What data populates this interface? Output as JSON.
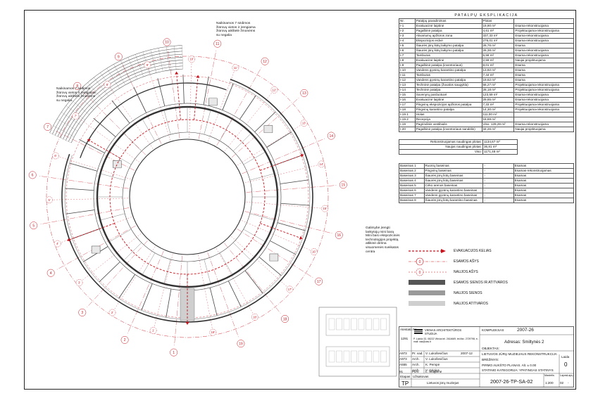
{
  "schedule": {
    "title": "PATALPŲ EKSPLIKACIJA",
    "headers": [
      "Nr.",
      "Patalpų pavadinimas",
      "Plotas",
      ""
    ],
    "rooms": [
      [
        "I-1",
        "Evakuacinė laiptinė",
        "19,90 m²",
        "Esama-rekonstruojama"
      ],
      [
        "I-2",
        "Pagalbinė patalpa",
        "4,61 m²",
        "Projektuojama-rekonstruojama"
      ],
      [
        "I-3",
        "Akvariumų apžiūros zona",
        "337,33 m²",
        "Esama-rekonstruojama"
      ],
      [
        "I-4",
        "Ekspozicijos erdvė",
        "276,01 m²",
        "Esama-rekonstruojama"
      ],
      [
        "I-5",
        "Šiaurės jūrų liūtų laikymo patalpa",
        "26,76 m²",
        "Esama"
      ],
      [
        "I-6",
        "Šiaurės jūrų liūtų laikymo patalpa",
        "26,38 m²",
        "Esama-rekonstruojama"
      ],
      [
        "I-7",
        "Tamburas",
        "5,58 m²",
        "Esama-rekonstruojama"
      ],
      [
        "I-8",
        "Evakuacinė laiptinė",
        "2,59 m²",
        "Naujai projektuojama"
      ],
      [
        "I-9",
        "Pagalbinė patalpa (inventoriaus)",
        "8,01 m²",
        "Esama"
      ],
      [
        "I-10",
        "Vandens gyvūnų karantino patalpa",
        "13,92 m²",
        "Esama"
      ],
      [
        "I-11",
        "Tamburas",
        "7,44 m²",
        "Esama"
      ],
      [
        "I-12",
        "Vandens gyvūnų karantino patalpa",
        "19,62 m²",
        "Esama"
      ],
      [
        "I-13",
        "Techninė patalpa (žuvalos saugykla)",
        "56,27 m²",
        "Projektuojama-rekonstruojama"
      ],
      [
        "I-14",
        "Techninė patalpa",
        "28,18 m²",
        "Projektuojama-rekonstruojama"
      ],
      [
        "I-15",
        "Suvenyrų parduotuvė",
        "123,59 m²",
        "Esama-rekonstruojama"
      ],
      [
        "I-16",
        "Evakuacinė laiptinė",
        "29,65 m²",
        "Esama-rekonstruojama"
      ],
      [
        "I-17",
        "Pingvinų ekspozicijos apžiūros patalpa",
        "7,33 m²",
        "Projektuojama-rekonstruojama"
      ],
      [
        "I-18",
        "Pingvinų karantino patalpa",
        "14,30 m²",
        "Projektuojama-rekonstruojama"
      ],
      [
        "I-19.1",
        "Holas",
        "111,00 m²",
        ""
      ],
      [
        "I-19.2",
        "Recepcija",
        "18,69 m²",
        ""
      ],
      [
        "I-19",
        "Pagrindinis vestibiulis",
        "Viso: 129,29 m²",
        "Esama-rekonstruojama"
      ],
      [
        "I-20",
        "Pagalbinė patalpa (inventoriaus sandėlis)",
        "34,26 m²",
        "Naujai projektuojama"
      ]
    ],
    "totals": [
      [
        "Rekonstruojamas naudingas plotas:",
        "1134,67 m²"
      ],
      [
        "Naujas naudingas plotas:",
        "36,81 m²"
      ],
      [
        "Viso:",
        "1171,48 m²"
      ]
    ],
    "pools": [
      [
        "Baseinas 1",
        "Ruonių baseinas",
        "-",
        "Esamas"
      ],
      [
        "Baseinas 2",
        "Pingvinų baseinas",
        "-",
        "Esamas-rekonstruojamas"
      ],
      [
        "Baseinas 3",
        "Šiaurės jūrų liūtų baseinas",
        "-",
        "Esamas"
      ],
      [
        "Baseinas 4",
        "Šiaurės jūrų liūtų baseinas",
        "-",
        "Esamas"
      ],
      [
        "Baseinas 5",
        "Cirko arenos baseinas",
        "-",
        "Esamas"
      ],
      [
        "Baseinas 6",
        "Vandens gyvūnų karantino baseinas",
        "-",
        "Esamas"
      ],
      [
        "Baseinas 7",
        "Vandens gyvūnų karantino baseinas",
        "-",
        "Esamas"
      ],
      [
        "Baseinas 8",
        "Šiaurės jūrų liūtų karantino baseinas",
        "-",
        "Esamas"
      ]
    ]
  },
  "legend": {
    "items": [
      "EVAKUACIJOS KELIAS",
      "ESAMOS AŠYS",
      "NAUJOS AŠYS",
      "ESAMOS SIENOS IR ATITVAROS",
      "NAUJOS SIENOS",
      "NAUJOS ATITVAROS"
    ],
    "axis_symbol": "0"
  },
  "notes": {
    "top": "Naikinamos 7 sėdimos žiūrovų vietos ir įrengiama žiūrovų aikštelė žmonėms su negalia",
    "left": "Naikinamos 7 sėdimos žiūrovų vietos ir įrengiama žiūrovų aikštelė žmonėms su negalia",
    "right": "Galimybė įrengti lankytojų mini barą Mini baro ekspozicinės technologijos projektą atlikinė dėrina visuomenės sveikatos centra"
  },
  "axes": {
    "outer": [
      "1",
      "2",
      "3",
      "4",
      "5",
      "6",
      "7",
      "8",
      "9",
      "10",
      "11",
      "12",
      "13",
      "14",
      "15",
      "16",
      "17",
      "18",
      "19"
    ],
    "primed": [
      "1'",
      "2'",
      "3'",
      "4'",
      "5'",
      "6'",
      "7'",
      "8'",
      "9'",
      "10'",
      "11'",
      "12'",
      "13'",
      "14'",
      "15'",
      "16'",
      "17'",
      "18'",
      "19'"
    ]
  },
  "titleblock": {
    "company": "VIENAS ARCHITEKTŪROS STUDIJA",
    "company_address": "P. Lukšio 32, 08222 Vilnius tel. 2614669, tel./fax. 2729798, e-mail: vas@vas.lt",
    "atestato_label": "Atestato Nr.",
    "atestato_nr": "1291",
    "komplekas_label": "KOMPLEKSAS",
    "komplekas_val": "2007-26",
    "adresas": "Adresas: Smiltynės 2",
    "objektas_label": "OBJEKTAS:",
    "objektas": "LIETUVOS JŪRŲ MUZIEJAUS REKONSTRUKCIJA",
    "brezinys_label": "BRĖŽINYS:",
    "brezinys": "PIRMO AUKŠTO PLANAS. Alt. ± 0.00",
    "statinio": "STATINIO KATEGORIJA: YPATINGAS STATINYS",
    "laida_label": "Laida",
    "laida": "0",
    "people": [
      [
        "A973",
        "Pr. vad.",
        "V. Lukoševičius",
        "2007-12"
      ],
      [
        "A973",
        "Arch.",
        "V. Lukoševičius",
        ""
      ],
      [
        "A555",
        "Arch.",
        "K. Pempė",
        ""
      ],
      [
        "",
        "Arch.",
        "V. Grigius",
        ""
      ],
      [
        "91",
        "PDV.",
        "L. Stogienė",
        ""
      ]
    ],
    "etapas_label": "Etapas",
    "etapas": "TP",
    "uzsakovas_label": "Užsakovas",
    "uzsakovas": "Lietuvos jūrų muziejus",
    "drawing_no": "2007-26-TP-SA-02",
    "mastelis_label": "Mastelis",
    "lapas_label": "Lapas",
    "lapu_label": "Lapų",
    "mastelis": "1:200",
    "lapas": "02",
    "lapu": "-"
  },
  "colors": {
    "red": "#c8141e",
    "wall": "#555555",
    "new_wall": "#9a9a9a",
    "new_barrier": "#cfcfcf"
  }
}
